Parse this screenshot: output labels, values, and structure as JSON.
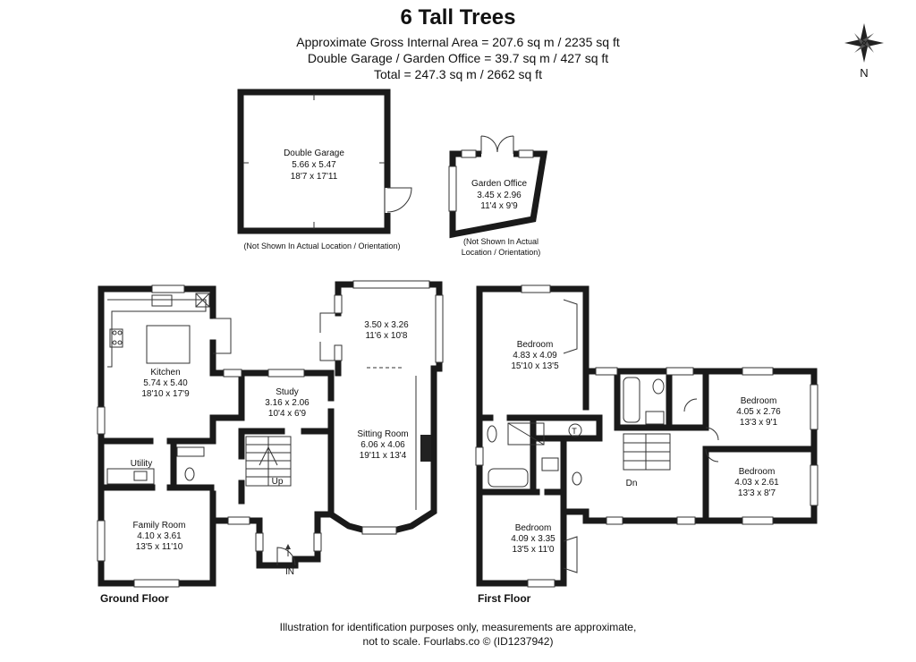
{
  "header": {
    "title": "6 Tall Trees",
    "line1": "Approximate Gross Internal Area = 207.6 sq m / 2235 sq ft",
    "line2": "Double Garage / Garden Office = 39.7 sq m / 427 sq ft",
    "line3": "Total = 247.3 sq m / 2662 sq ft"
  },
  "compass": {
    "label": "N"
  },
  "garage": {
    "name": "Double Garage",
    "metric": "5.66 x 5.47",
    "imperial": "18'7 x 17'11",
    "note": "(Not Shown In Actual Location / Orientation)"
  },
  "office": {
    "name": "Garden Office",
    "metric": "3.45 x 2.96",
    "imperial": "11'4 x 9'9",
    "note1": "(Not Shown In Actual",
    "note2": "Location / Orientation)"
  },
  "ground_floor": {
    "label": "Ground Floor",
    "rooms": {
      "kitchen": {
        "name": "Kitchen",
        "metric": "5.74 x 5.40",
        "imperial": "18'10 x 17'9"
      },
      "utility": {
        "name": "Utility"
      },
      "family": {
        "name": "Family Room",
        "metric": "4.10 x 3.61",
        "imperial": "13'5 x 11'10"
      },
      "study": {
        "name": "Study",
        "metric": "3.16 x 2.06",
        "imperial": "10'4 x 6'9"
      },
      "sitting": {
        "name": "Sitting Room",
        "metric": "6.06 x 4.06",
        "imperial": "19'11 x 13'4"
      },
      "garden_room": {
        "metric": "3.50 x 3.26",
        "imperial": "11'6 x 10'8"
      }
    },
    "up_label": "Up",
    "in_label": "IN"
  },
  "first_floor": {
    "label": "First Floor",
    "rooms": {
      "bed1": {
        "name": "Bedroom",
        "metric": "4.83 x 4.09",
        "imperial": "15'10 x 13'5"
      },
      "bed2": {
        "name": "Bedroom",
        "metric": "4.05 x 2.76",
        "imperial": "13'3 x 9'1"
      },
      "bed3": {
        "name": "Bedroom",
        "metric": "4.03 x 2.61",
        "imperial": "13'3 x 8'7"
      },
      "bed4": {
        "name": "Bedroom",
        "metric": "4.09 x 3.35",
        "imperial": "13'5 x 11'0"
      }
    },
    "dn_label": "Dn",
    "tank_label": "T"
  },
  "footer": {
    "line1": "Illustration for identification purposes only, measurements are approximate,",
    "line2": "not to scale. Fourlabs.co © (ID1237942)"
  }
}
